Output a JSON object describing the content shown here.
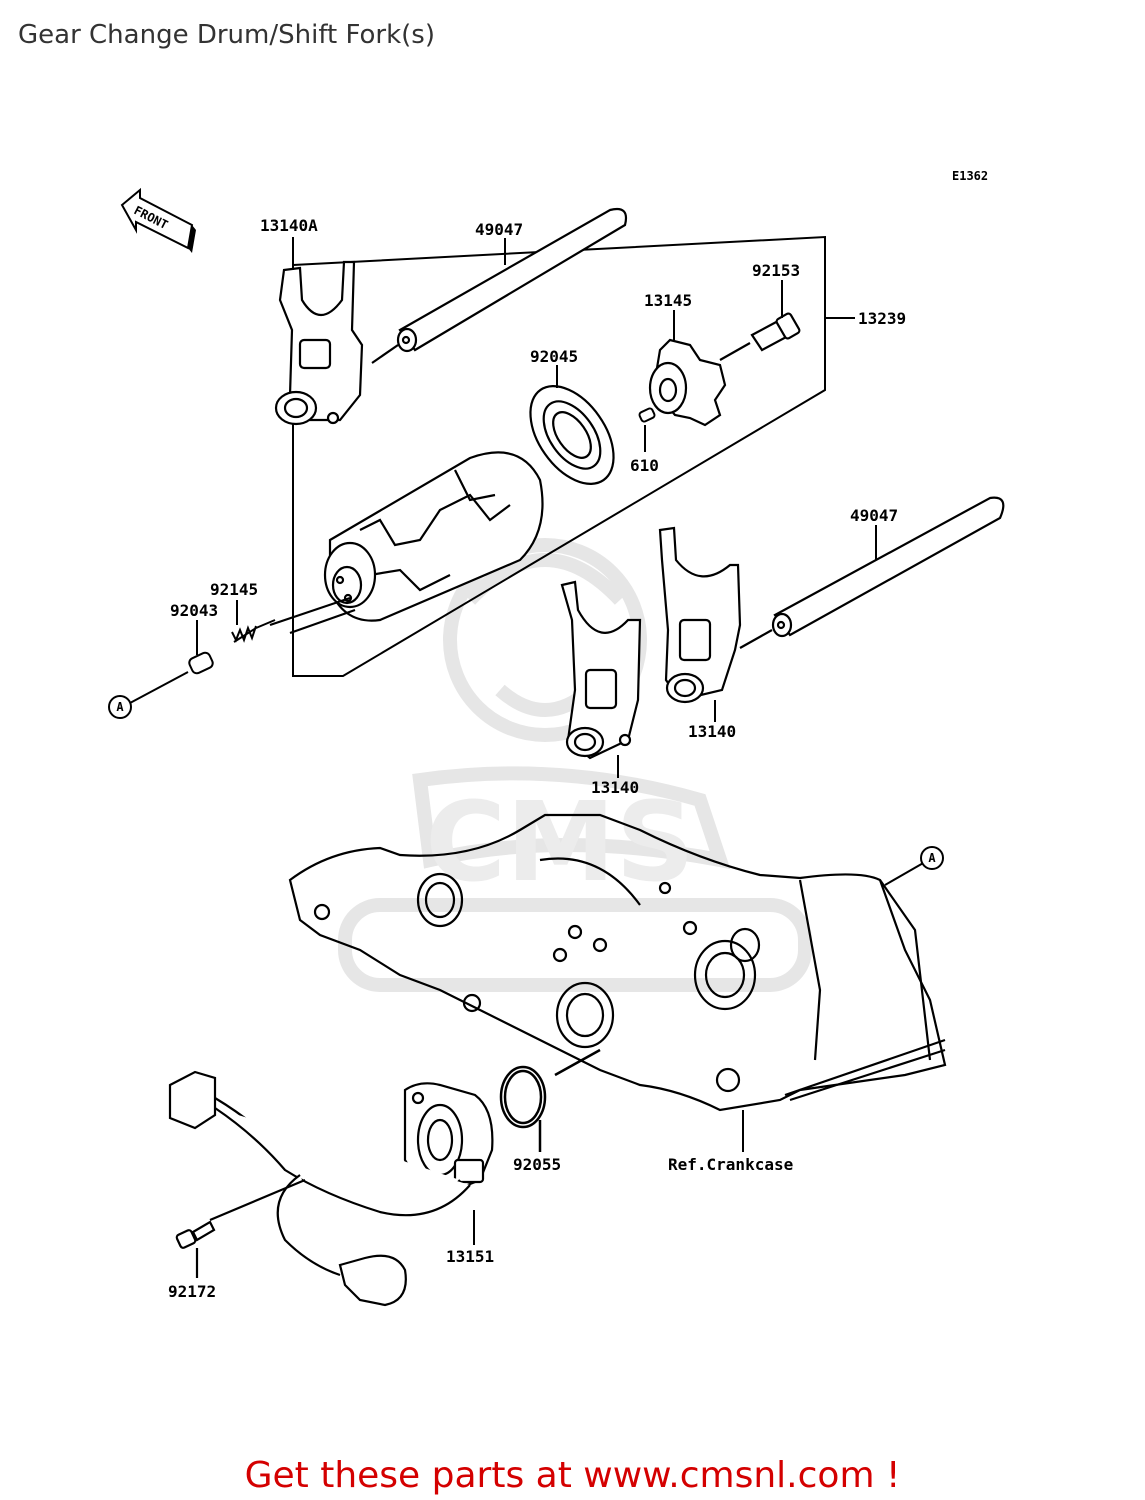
{
  "title": "Gear Change Drum/Shift Fork(s)",
  "diagram_code": "E1362",
  "front_label": "FRONT",
  "watermark_text": "CMS",
  "ref_marker": "A",
  "parts": {
    "p13140A": "13140A",
    "p49047_top": "49047",
    "p92153": "92153",
    "p13145": "13145",
    "p13239": "13239",
    "p92045": "92045",
    "p610": "610",
    "p49047_mid": "49047",
    "p92145": "92145",
    "p92043": "92043",
    "p13140_right": "13140",
    "p13140_mid": "13140",
    "p92055": "92055",
    "ref_crankcase": "Ref.Crankcase",
    "p13151": "13151",
    "p92172": "92172"
  },
  "promo_text": "Get these parts at www.cmsnl.com !",
  "colors": {
    "promo": "#d40000",
    "title": "#333333",
    "lines": "#000000",
    "watermark": "#e8e8e8"
  }
}
